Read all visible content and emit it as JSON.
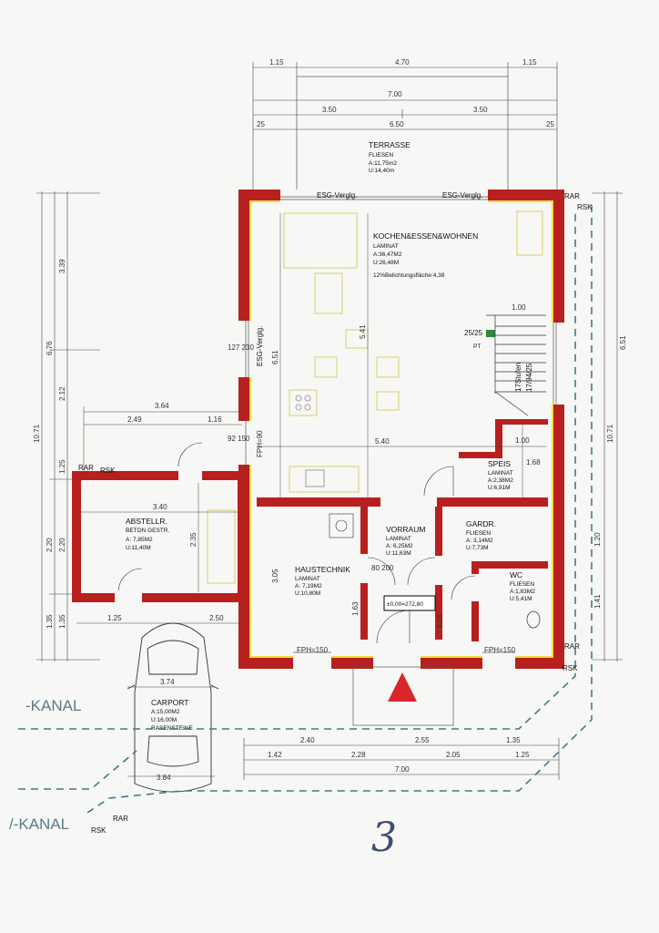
{
  "rooms": {
    "terrasse": {
      "name": "TERRASSE",
      "material": "FLIESEN",
      "area": "A:11,75m2",
      "perimeter": "U:14,40m"
    },
    "kochen": {
      "name": "KOCHEN&ESSEN&WOHNEN",
      "material": "LAMINAT",
      "area": "A:36,47M2",
      "perimeter": "U:26,48M",
      "note": "12%Belichtungsfläche:4,38"
    },
    "speis": {
      "name": "SPEIS",
      "material": "LAMINAT",
      "area": "A:2,38M2",
      "perimeter": "U:6,91M"
    },
    "gardr": {
      "name": "GARDR.",
      "material": "FLIESEN",
      "area": "A: 3,14M2",
      "perimeter": "U:7,73M"
    },
    "vorraum": {
      "name": "VORRAUM",
      "material": "LAMINAT",
      "area": "A: 6,25M2",
      "perimeter": "U:11,63M"
    },
    "haustechnik": {
      "name": "HAUSTECHNIK",
      "material": "LAMINAT",
      "area": "A: 7,19M2",
      "perimeter": "U:10,80M"
    },
    "wc": {
      "name": "WC",
      "material": "FLIESEN",
      "area": "A:1,83M2",
      "perimeter": "U:5,41M"
    },
    "abstellr": {
      "name": "ABSTELLR.",
      "material": "BETON GESTR.",
      "area": "A: 7,85M2",
      "perimeter": "U:11,40M"
    },
    "carport": {
      "name": "CARPORT",
      "area": "A:15,00M2",
      "perimeter": "U:16,00M",
      "material": "RASENSTEINE"
    }
  },
  "labels": {
    "esg_left": "ESG-Verglg.",
    "esg_right": "ESG-Verglg.",
    "esg_side": "ESG-Verglg.",
    "stairs_a": "17Stufen",
    "stairs_b": "17/94/25",
    "stair_25": "25/25",
    "pt": "PT",
    "fph_left": "FPH=150",
    "fph_right": "FPH=150",
    "fph_side": "FPH=90",
    "level": "±0,00=272,80",
    "rar1": "RAR",
    "rsk1": "RSK",
    "rar2": "RAR",
    "rsk2": "RSK",
    "rar3": "RAR",
    "rsk3": "RSK",
    "rar4": "RAR",
    "rsk4": "RSK",
    "kanal1": "-KANAL",
    "kanal2": "/-KANAL",
    "page_number": "3"
  },
  "dims": {
    "t1": "1.15",
    "t2": "4.70",
    "t3": "1.15",
    "t4": "7.00",
    "t5": "3.50",
    "t6": "3.50",
    "t7": "6.50",
    "t8": "25",
    "t9": "25",
    "l1": "3.39",
    "l2": "6.76",
    "l3": "2.12",
    "l4": "10.71",
    "l5": "1.25",
    "l6": "2.20",
    "l7": "2.20",
    "l8": "1.35",
    "l9": "1.35",
    "a1": "3.64",
    "a2": "2.49",
    "a3": "1.16",
    "a4": "3.40",
    "a5": "2.35",
    "r1": "6.51",
    "r2": "10.71",
    "r3": "1.20",
    "r4": "1.41",
    "r5": "1.68",
    "r6": "1.00",
    "r7": "1.00",
    "m1": "5.40",
    "m2": "6.51",
    "m3": "5.41",
    "m4": "3.05",
    "m5": "1.63",
    "m6": "1.18",
    "c1": "1.25",
    "c2": "2.50",
    "c3": "3.74",
    "c4": "3.84",
    "b1": "2.40",
    "b2": "2.55",
    "b3": "1.35",
    "b4": "1.42",
    "b5": "2.28",
    "b6": "2.05",
    "b7": "1.25",
    "b8": "7.00",
    "d1": "80\n200",
    "w1": "127\n230",
    "w2": "92\n150"
  },
  "colors": {
    "wall_red": "#b7201f",
    "wall_yellow": "#f1de3a",
    "kanal_line": "#3f7c86",
    "arrow_red": "#d8262a"
  }
}
